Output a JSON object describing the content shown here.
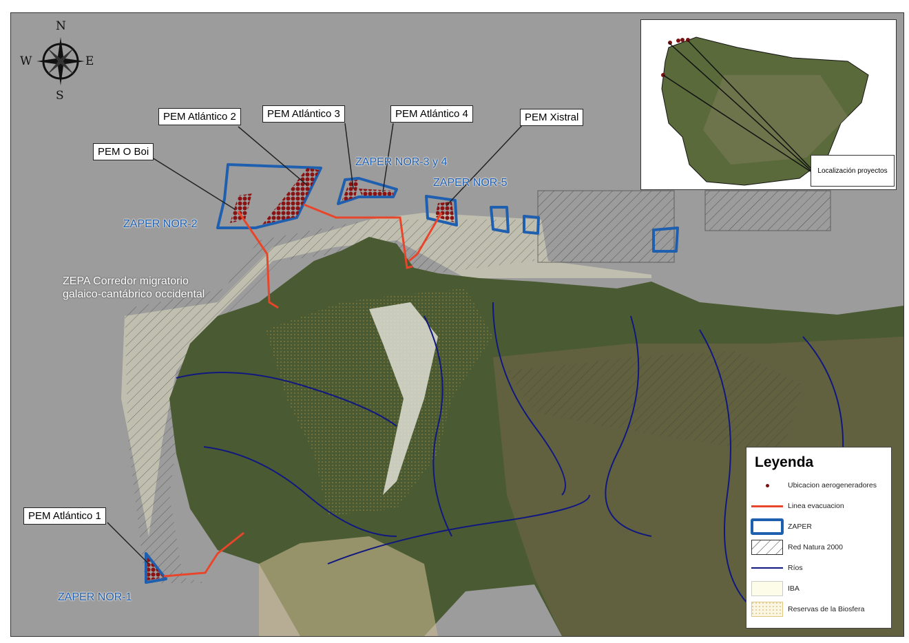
{
  "compass": {
    "n": "N",
    "s": "S",
    "e": "E",
    "w": "W"
  },
  "callouts": {
    "pem_o_boi": "PEM O Boi",
    "pem_atlantico_2": "PEM Atlántico 2",
    "pem_atlantico_3": "PEM Atlántico 3",
    "pem_atlantico_4": "PEM Atlántico 4",
    "pem_xistral": "PEM Xistral",
    "pem_atlantico_1": "PEM Atlántico 1"
  },
  "zaper_labels": {
    "nor2": "ZAPER NOR-2",
    "nor34": "ZAPER NOR-3 y 4",
    "nor5": "ZAPER NOR-5",
    "nor1": "ZAPER NOR-1"
  },
  "zepa": {
    "line1": "ZEPA Corredor migratorio",
    "line2": "galaico-cantábrico occidental"
  },
  "inset": {
    "label": "Localización proyectos"
  },
  "legend": {
    "title": "Leyenda",
    "items": [
      {
        "label": "Ubicacion aerogeneradores",
        "color": "#7a1010"
      },
      {
        "label": "Linea evacuacion",
        "color": "#e8452a"
      },
      {
        "label": "ZAPER",
        "color": "#1f5fb0"
      },
      {
        "label": "Red Natura 2000"
      },
      {
        "label": "Ríos",
        "color": "#101880"
      },
      {
        "label": "IBA",
        "color": "#fdfce8"
      },
      {
        "label": "Reservas de la Biosfera",
        "color": "#e8d9a0"
      }
    ]
  }
}
